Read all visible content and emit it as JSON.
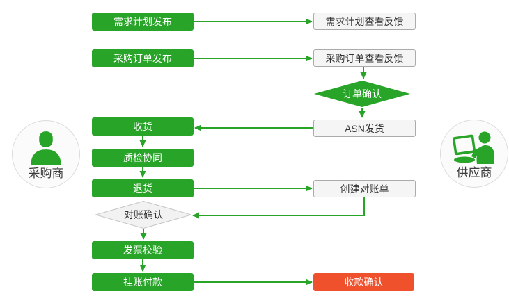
{
  "diagram": {
    "type": "flowchart",
    "palette": {
      "process_green": "#28A428",
      "terminal_red": "#F0512D",
      "neutral_box_fill": "#F5F5F5",
      "neutral_box_border": "#ABABAB",
      "neutral_diamond_fill": "#F2F2F2",
      "neutral_diamond_border": "#C5C5C5",
      "dark_text": "#333333",
      "light_text": "#FFFFFF"
    }
  },
  "actors": {
    "buyer": {
      "label": "采购商",
      "icon": "person-icon"
    },
    "supplier": {
      "label": "供应商",
      "icon": "person-laptop-icon"
    }
  },
  "nodes": {
    "demand_plan_publish": {
      "label": "需求计划发布",
      "type": "process",
      "lane": "buyer"
    },
    "demand_plan_feedback": {
      "label": "需求计划查看反馈",
      "type": "process",
      "lane": "supplier"
    },
    "po_publish": {
      "label": "采购订单发布",
      "type": "process",
      "lane": "buyer"
    },
    "po_feedback": {
      "label": "采购订单查看反馈",
      "type": "process",
      "lane": "supplier"
    },
    "order_confirm": {
      "label": "订单确认",
      "type": "decision",
      "lane": "supplier"
    },
    "asn_ship": {
      "label": "ASN发货",
      "type": "process",
      "lane": "supplier"
    },
    "receive_goods": {
      "label": "收货",
      "type": "process",
      "lane": "buyer"
    },
    "quality_check": {
      "label": "质检协同",
      "type": "process",
      "lane": "buyer"
    },
    "return_goods": {
      "label": "退货",
      "type": "process",
      "lane": "buyer"
    },
    "create_statement": {
      "label": "创建对账单",
      "type": "process",
      "lane": "supplier"
    },
    "reconcile_confirm": {
      "label": "对账确认",
      "type": "decision",
      "lane": "buyer"
    },
    "invoice_verify": {
      "label": "发票校验",
      "type": "process",
      "lane": "buyer"
    },
    "book_payment": {
      "label": "挂账付款",
      "type": "process",
      "lane": "buyer"
    },
    "receipt_confirm": {
      "label": "收款确认",
      "type": "terminal",
      "lane": "supplier"
    }
  },
  "edges": [
    {
      "from": "demand_plan_publish",
      "to": "demand_plan_feedback"
    },
    {
      "from": "po_publish",
      "to": "po_feedback"
    },
    {
      "from": "po_feedback",
      "to": "order_confirm"
    },
    {
      "from": "order_confirm",
      "to": "asn_ship"
    },
    {
      "from": "asn_ship",
      "to": "receive_goods"
    },
    {
      "from": "receive_goods",
      "to": "quality_check"
    },
    {
      "from": "quality_check",
      "to": "return_goods"
    },
    {
      "from": "return_goods",
      "to": "create_statement"
    },
    {
      "from": "create_statement",
      "to": "reconcile_confirm"
    },
    {
      "from": "reconcile_confirm",
      "to": "invoice_verify"
    },
    {
      "from": "invoice_verify",
      "to": "book_payment"
    },
    {
      "from": "book_payment",
      "to": "receipt_confirm"
    }
  ]
}
